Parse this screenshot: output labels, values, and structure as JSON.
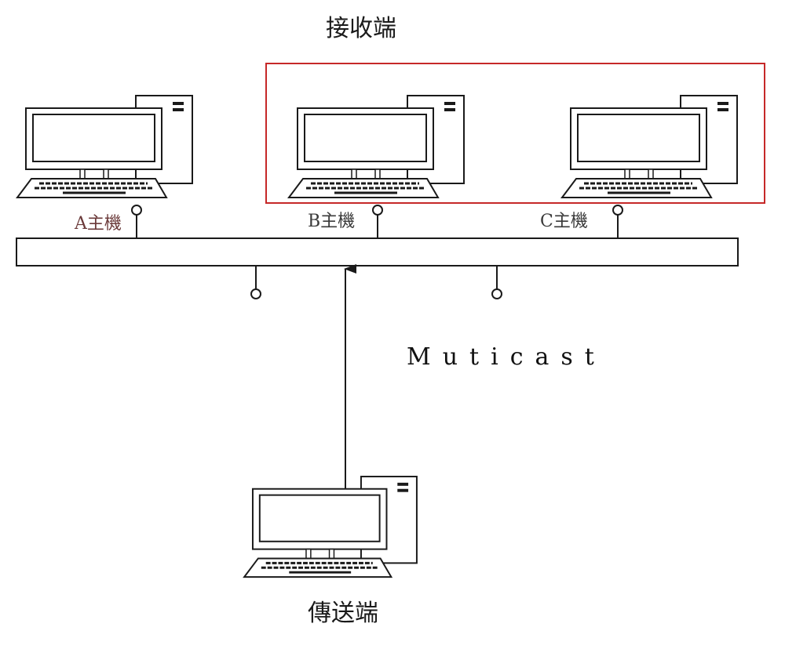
{
  "diagram": {
    "receiver_title": "接收端",
    "sender_title": "傳送端",
    "multicast_label": "Muticast",
    "hosts": [
      {
        "label": "A主機",
        "icon": "desktop-computer-icon"
      },
      {
        "label": "B主機",
        "icon": "desktop-computer-icon"
      },
      {
        "label": "C主機",
        "icon": "desktop-computer-icon"
      }
    ],
    "sender_icon": "desktop-computer-icon",
    "colors": {
      "line": "#1a1a1a",
      "receiver_box": "#c62828",
      "background": "#ffffff"
    }
  }
}
